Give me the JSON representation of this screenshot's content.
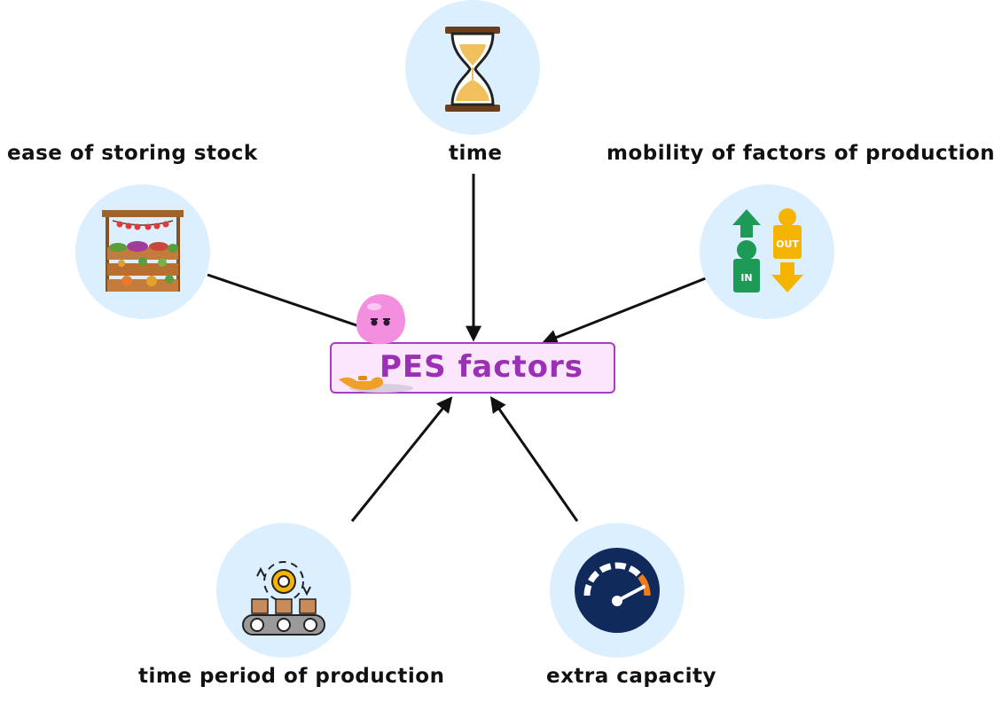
{
  "diagram": {
    "center": {
      "title": "PES factors"
    },
    "nodes": [
      {
        "key": "ease",
        "label": "ease of storing stock",
        "icon": "market-stall-icon"
      },
      {
        "key": "time",
        "label": "time",
        "icon": "hourglass-icon"
      },
      {
        "key": "mobility",
        "label": "mobility of factors of production",
        "icon": "in-out-figures-icon"
      },
      {
        "key": "period",
        "label": "time period of production",
        "icon": "conveyor-gear-icon"
      },
      {
        "key": "capacity",
        "label": "extra capacity",
        "icon": "speedometer-icon"
      }
    ]
  },
  "colors": {
    "circle_fill": "#dcefff",
    "center_fill": "#fbe6fb",
    "center_border": "#a53fbf",
    "center_text": "#9b2fb5",
    "arrow": "#111111"
  }
}
